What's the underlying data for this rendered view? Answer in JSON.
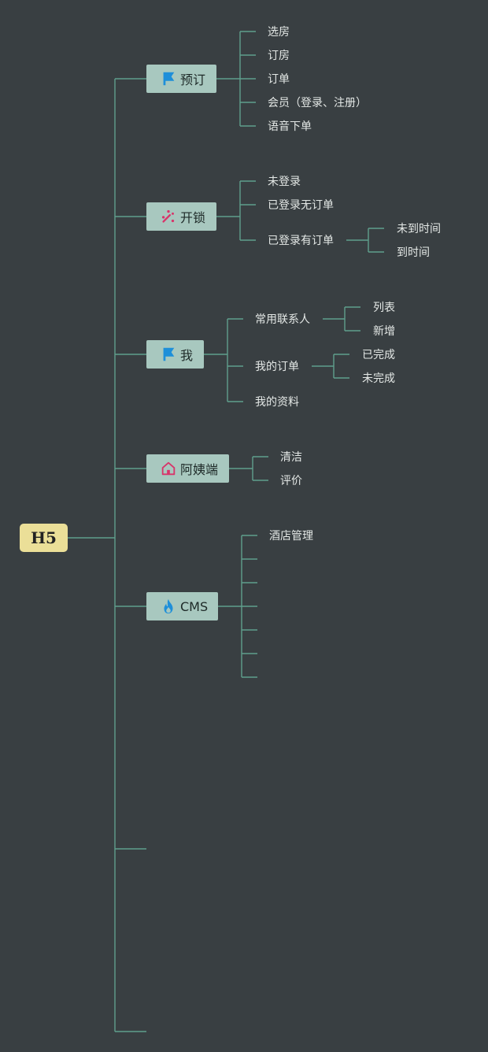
{
  "root": {
    "label": "H5"
  },
  "branches": [
    {
      "label": "预订",
      "icon": "flag-icon",
      "icon_color": "#1e8fd9",
      "children": [
        "选房",
        "订房",
        "订单",
        "会员（登录、注册）",
        "语音下单"
      ]
    },
    {
      "label": "开锁",
      "icon": "magic-wand-icon",
      "icon_color": "#d8346a",
      "children": [
        "未登录",
        "已登录无订单",
        "已登录有订单"
      ],
      "sub": [
        "未到时间",
        "到时间"
      ]
    },
    {
      "label": "我",
      "icon": "flag-icon",
      "icon_color": "#1e8fd9",
      "children": [
        "常用联系人",
        "我的订单",
        "我的资料"
      ],
      "sub_contacts": [
        "列表",
        "新增"
      ],
      "sub_orders": [
        "已完成",
        "未完成"
      ]
    },
    {
      "label": "阿姨端",
      "icon": "house-icon",
      "icon_color": "#d8346a",
      "children": [
        "清洁",
        "评价"
      ]
    },
    {
      "label": "CMS",
      "icon": "fire-icon",
      "icon_color": "#1e8fd9",
      "children": [
        "酒店管理"
      ]
    }
  ],
  "colors": {
    "background": "#393f42",
    "connector": "#5f9f8c",
    "root_fill": "#ebdf98",
    "branch_fill": "#a8c8bf"
  }
}
